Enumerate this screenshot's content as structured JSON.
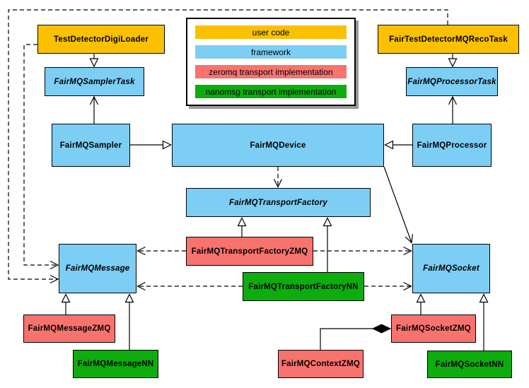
{
  "colors": {
    "user_code": "#FBC101",
    "framework": "#7DCEF4",
    "zeromq": "#F8736E",
    "nanomsg": "#0CAD0C",
    "edge": "#000000",
    "background": "#FFFFFF",
    "legend_shadow": "#999999"
  },
  "legend": {
    "items": [
      {
        "label": "user code",
        "color": "#FBC101"
      },
      {
        "label": "framework",
        "color": "#7DCEF4"
      },
      {
        "label": "zeromq transport implementation",
        "color": "#F8736E"
      },
      {
        "label": "nanomsg transport implementation",
        "color": "#0CAD0C"
      }
    ]
  },
  "nodes": {
    "test_detector_digi_loader": {
      "label": "TestDetectorDigiLoader",
      "category": "user code",
      "italic": false
    },
    "fair_test_detector_mq_reco_task": {
      "label": "FairTestDetectorMQRecoTask",
      "category": "user code",
      "italic": false
    },
    "fairmq_sampler_task": {
      "label": "FairMQSamplerTask",
      "category": "framework",
      "italic": true
    },
    "fairmq_processor_task": {
      "label": "FairMQProcessorTask",
      "category": "framework",
      "italic": true
    },
    "fairmq_sampler": {
      "label": "FairMQSampler",
      "category": "framework",
      "italic": false
    },
    "fairmq_device": {
      "label": "FairMQDevice",
      "category": "framework",
      "italic": false
    },
    "fairmq_processor": {
      "label": "FairMQProcessor",
      "category": "framework",
      "italic": false
    },
    "fairmq_transport_factory": {
      "label": "FairMQTransportFactory",
      "category": "framework",
      "italic": true
    },
    "fairmq_transport_factory_zmq": {
      "label": "FairMQTransportFactoryZMQ",
      "category": "zeromq transport implementation",
      "italic": false
    },
    "fairmq_transport_factory_nn": {
      "label": "FairMQTransportFactoryNN",
      "category": "nanomsg transport implementation",
      "italic": false
    },
    "fairmq_message": {
      "label": "FairMQMessage",
      "category": "framework",
      "italic": true
    },
    "fairmq_socket": {
      "label": "FairMQSocket",
      "category": "framework",
      "italic": true
    },
    "fairmq_message_zmq": {
      "label": "FairMQMessageZMQ",
      "category": "zeromq transport implementation",
      "italic": false
    },
    "fairmq_message_nn": {
      "label": "FairMQMessageNN",
      "category": "nanomsg transport implementation",
      "italic": false
    },
    "fairmq_socket_zmq": {
      "label": "FairMQSocketZMQ",
      "category": "zeromq transport implementation",
      "italic": false
    },
    "fairmq_context_zmq": {
      "label": "FairMQContextZMQ",
      "category": "zeromq transport implementation",
      "italic": false
    },
    "fairmq_socket_nn": {
      "label": "FairMQSocketNN",
      "category": "nanomsg transport implementation",
      "italic": false
    }
  },
  "edges": [
    {
      "from": "TestDetectorDigiLoader",
      "to": "FairMQSamplerTask",
      "type": "generalization-hollow-triangle"
    },
    {
      "from": "FairTestDetectorMQRecoTask",
      "to": "FairMQProcessorTask",
      "type": "generalization-hollow-triangle"
    },
    {
      "from": "FairMQSampler",
      "to": "FairMQSamplerTask",
      "type": "association-open-arrow"
    },
    {
      "from": "FairMQProcessor",
      "to": "FairMQProcessorTask",
      "type": "association-open-arrow"
    },
    {
      "from": "FairMQSampler",
      "to": "FairMQDevice",
      "type": "generalization-hollow-triangle"
    },
    {
      "from": "FairMQProcessor",
      "to": "FairMQDevice",
      "type": "generalization-hollow-triangle"
    },
    {
      "from": "FairMQDevice",
      "to": "FairMQTransportFactory",
      "type": "dependency-dashed-open-arrow"
    },
    {
      "from": "FairMQDevice",
      "to": "FairMQSocket",
      "type": "association-open-arrow"
    },
    {
      "from": "FairMQTransportFactoryZMQ",
      "to": "FairMQTransportFactory",
      "type": "generalization-hollow-triangle"
    },
    {
      "from": "FairMQTransportFactoryNN",
      "to": "FairMQTransportFactory",
      "type": "generalization-hollow-triangle"
    },
    {
      "from": "FairMQTransportFactoryZMQ",
      "to": "FairMQMessage",
      "type": "dependency-dashed-open-arrow"
    },
    {
      "from": "FairMQTransportFactoryZMQ",
      "to": "FairMQSocket",
      "type": "dependency-dashed-open-arrow"
    },
    {
      "from": "FairMQTransportFactoryNN",
      "to": "FairMQMessage",
      "type": "dependency-dashed-open-arrow"
    },
    {
      "from": "FairMQTransportFactoryNN",
      "to": "FairMQSocket",
      "type": "dependency-dashed-open-arrow"
    },
    {
      "from": "TestDetectorDigiLoader",
      "to": "FairMQMessage",
      "type": "dependency-dashed-open-arrow"
    },
    {
      "from": "FairTestDetectorMQRecoTask",
      "to": "FairMQMessage",
      "type": "dependency-dashed-open-arrow"
    },
    {
      "from": "FairMQMessageZMQ",
      "to": "FairMQMessage",
      "type": "generalization-hollow-triangle"
    },
    {
      "from": "FairMQMessageNN",
      "to": "FairMQMessage",
      "type": "generalization-hollow-triangle"
    },
    {
      "from": "FairMQSocketZMQ",
      "to": "FairMQSocket",
      "type": "generalization-hollow-triangle"
    },
    {
      "from": "FairMQSocketNN",
      "to": "FairMQSocket",
      "type": "generalization-hollow-triangle"
    },
    {
      "from": "FairMQContextZMQ",
      "to": "FairMQSocketZMQ",
      "type": "composition-filled-diamond"
    }
  ]
}
